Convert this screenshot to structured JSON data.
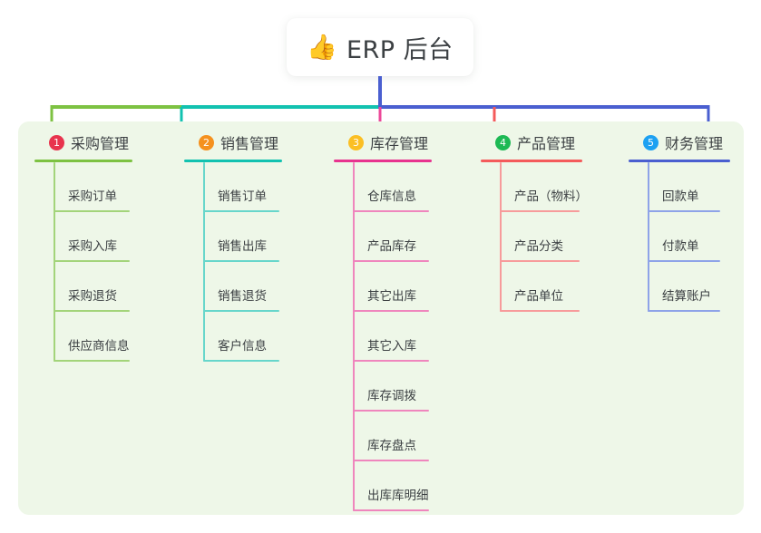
{
  "root": {
    "icon": "thumbs-up-icon",
    "icon_glyph": "👍",
    "title": "ERP 后台"
  },
  "palette": {
    "panel_bg": "#eef7e8",
    "page_bg": "#ffffff",
    "text": "#3c4043",
    "bus_green": "#7dc242",
    "bus_teal": "#12c2b0",
    "bus_blue": "#4a5fd0",
    "drop_green": "#7dc242",
    "drop_teal": "#12c2b0",
    "drop_pink": "#ec4899",
    "drop_red": "#f45b5b",
    "drop_blue": "#4a5fd0"
  },
  "columns": [
    {
      "number": "1",
      "title": "采购管理",
      "badge_color": "#e8344e",
      "line_color": "#7dc242",
      "item_line_color": "#a3d47a",
      "items": [
        {
          "label": "采购订单"
        },
        {
          "label": "采购入库"
        },
        {
          "label": "采购退货"
        },
        {
          "label": "供应商信息"
        }
      ]
    },
    {
      "number": "2",
      "title": "销售管理",
      "badge_color": "#f5911e",
      "line_color": "#12c2b0",
      "item_line_color": "#67d6cb",
      "items": [
        {
          "label": "销售订单"
        },
        {
          "label": "销售出库"
        },
        {
          "label": "销售退货"
        },
        {
          "label": "客户信息"
        }
      ]
    },
    {
      "number": "3",
      "title": "库存管理",
      "badge_color": "#fbbf24",
      "line_color": "#e8338f",
      "item_line_color": "#ef86bd",
      "items": [
        {
          "label": "仓库信息"
        },
        {
          "label": "产品库存"
        },
        {
          "label": "其它出库"
        },
        {
          "label": "其它入库"
        },
        {
          "label": "库存调拨"
        },
        {
          "label": "库存盘点"
        },
        {
          "label": "出库库明细"
        }
      ]
    },
    {
      "number": "4",
      "title": "产品管理",
      "badge_color": "#1db954",
      "line_color": "#f45b5b",
      "item_line_color": "#f79b9b",
      "items": [
        {
          "label": "产品（物料）"
        },
        {
          "label": "产品分类"
        },
        {
          "label": "产品单位"
        }
      ]
    },
    {
      "number": "5",
      "title": "财务管理",
      "badge_color": "#1da1f2",
      "line_color": "#4a5fd0",
      "item_line_color": "#8ea3e8",
      "items": [
        {
          "label": "回款单"
        },
        {
          "label": "付款单"
        },
        {
          "label": "结算账户"
        }
      ]
    }
  ]
}
